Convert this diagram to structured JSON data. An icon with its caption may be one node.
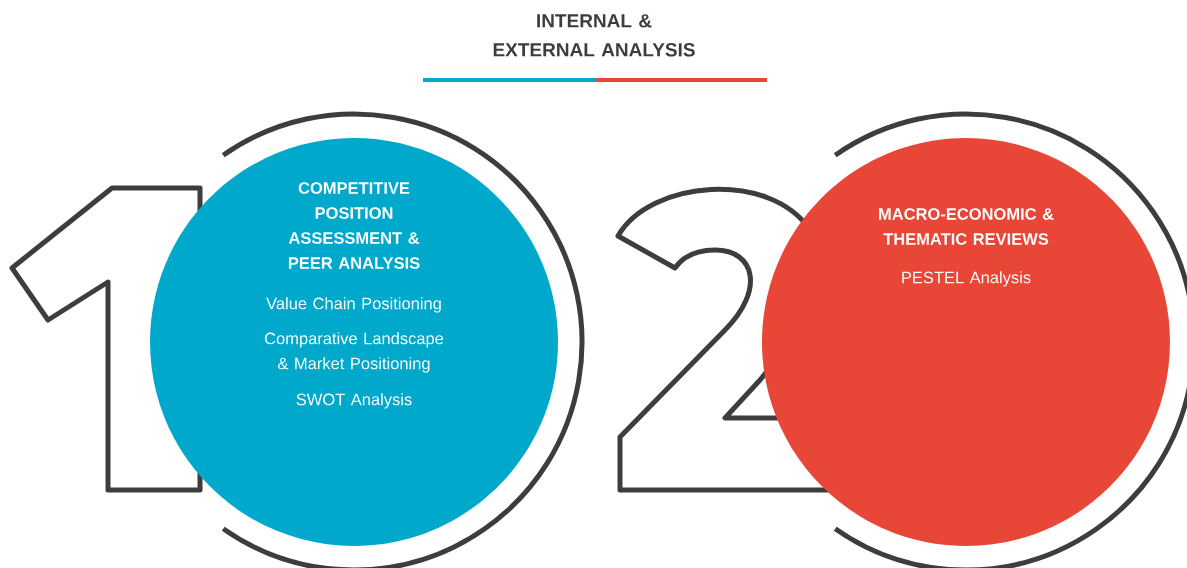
{
  "diagram": {
    "title": "INTERNAL & EXTERNAL ANALYSIS",
    "nodes": [
      {
        "text": [
          "COMPETITIVE POSITION ASSESSMENT & PEER ANALYSIS",
          "Value Chain Positioning",
          "Comparative Landscape & Market Positioning",
          "SWOT Analysis"
        ]
      },
      {
        "text": [
          "MACRO-ECONOMIC & THEMATIC REVIEWS",
          "PESTEL Analysis"
        ]
      }
    ]
  }
}
